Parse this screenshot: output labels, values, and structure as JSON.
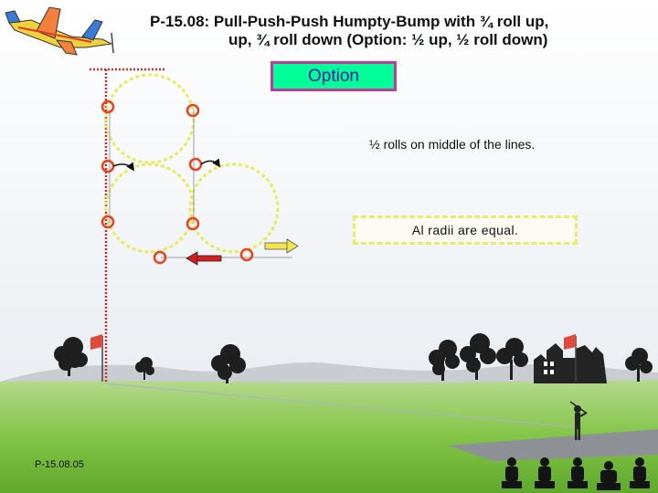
{
  "figure": {
    "title_line1": "P-15.08: Pull-Push-Push Humpty-Bump with ¾ roll up,",
    "title_line2": "up, ¾ roll down (Option: ½ up, ½ roll down)",
    "option_label": "Option",
    "note_rolls": "½ rolls on middle of the lines.",
    "note_radii": "Al radii are equal.",
    "figure_code": "P-15.08.05"
  },
  "colors": {
    "loop_path": "#e9ea5a",
    "roll_marker": "#e8431e",
    "entry_arrow": "#d61f1f",
    "exit_arrow": "#f2e64a",
    "sky": "#eef2f6",
    "grass": "#7fc241",
    "hill": "#c9cdd1",
    "option_fill": "#00ff99",
    "option_border": "#c03a9a",
    "option_text": "#1a1aa0",
    "dotted_line": "#d62a2a"
  },
  "icons": [
    "airplane-icon",
    "tree-icon",
    "flag-icon",
    "building-icon",
    "pilot-icon",
    "judge-icon"
  ]
}
